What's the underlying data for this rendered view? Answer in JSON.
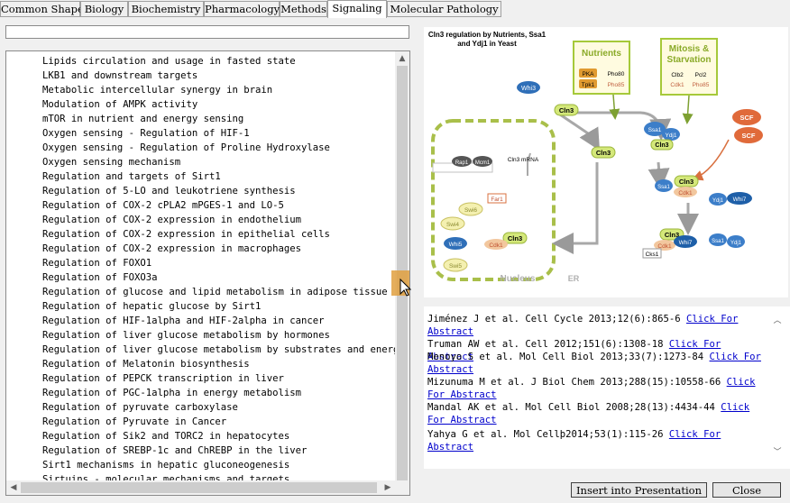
{
  "tabs": [
    {
      "label": "Common Shapes",
      "active": false
    },
    {
      "label": "Biology",
      "active": false
    },
    {
      "label": "Biochemistry",
      "active": false
    },
    {
      "label": "Pharmacology",
      "active": false
    },
    {
      "label": "Methods",
      "active": false
    },
    {
      "label": "Signaling",
      "active": true
    },
    {
      "label": "Molecular Pathology",
      "active": false
    }
  ],
  "search": {
    "value": "",
    "placeholder": ""
  },
  "list": {
    "items": [
      "Lipids circulation and usage in fasted state",
      "LKB1 and downstream targets",
      "Metabolic intercellular synergy in brain",
      "Modulation of AMPK activity",
      "mTOR in nutrient and energy sensing",
      "Oxygen sensing - Regulation of HIF-1",
      "Oxygen sensing - Regulation of Proline Hydroxylase",
      "Oxygen sensing mechanism",
      "Regulation and targets of Sirt1",
      "Regulation of 5-LO and leukotriene synthesis",
      "Regulation of COX-2 cPLA2 mPGES-1 and LO-5",
      "Regulation of COX-2 expression in endothelium",
      "Regulation of COX-2 expression in epithelial cells",
      "Regulation of COX-2 expression in macrophages",
      "Regulation of FOXO1",
      "Regulation of FOXO3a",
      "Regulation of glucose and lipid metabolism in adipose tissue",
      "Regulation of hepatic glucose by Sirt1",
      "Regulation of HIF-1alpha and HIF-2alpha in cancer",
      "Regulation of liver glucose metabolism by hormones",
      "Regulation of liver glucose metabolism by substrates and energy s",
      "Regulation of Melatonin biosynthesis",
      "Regulation of PEPCK transcription in liver",
      "Regulation of PGC-1alpha in energy metabolism",
      "Regulation of pyruvate carboxylase",
      "Regulation of Pyruvate in Cancer",
      "Regulation of Sik2 and TORC2 in hepatocytes",
      "Regulation of SREBP-1c and ChREBP in the liver",
      "Sirt1 mechanisms in hepatic gluconeogenesis",
      "Sirtuins - molecular mechanisms and targets"
    ]
  },
  "diagram": {
    "title_line1": "Cln3 regulation by Nutrients, Ssa1",
    "title_line2": "and Ydj1 in Yeast",
    "nutrients_label": "Nutrients",
    "mitosis_label_line1": "Mitosis &",
    "mitosis_label_line2": "Starvation",
    "labels": {
      "pka": "PKA",
      "tpk1": "Tpk1",
      "pho80": "Pho80",
      "pho85": "Pho85",
      "clb2": "Clb2",
      "pcl2": "Pcl2",
      "cdk1": "Cdk1",
      "whi3": "Whi3",
      "cln3": "Cln3",
      "ssa1": "Ssa1",
      "ydj1": "Ydj1",
      "whi7": "Whi7",
      "scf": "SCF",
      "rap1": "Rap1",
      "mcm1": "Mcm1",
      "cln3mrna": "Cln3 mRNA",
      "swi6": "Swi6",
      "swi4": "Swi4",
      "whi5": "Whi5",
      "swi5": "Swi5",
      "far1": "Far1",
      "cks1": "Cks1",
      "nucleus": "Nucleus",
      "er": "ER"
    },
    "colors": {
      "green": "#a6c93a",
      "orange": "#e06a3a",
      "blue": "#2f6fb8",
      "dashed": "#a9bf4a",
      "gray": "#a8a8a8"
    }
  },
  "references": [
    {
      "text": "Jiménez J et al. Cell Cycle 2013;12(6):865-6 ",
      "link": "Click For Abstract"
    },
    {
      "text": "Truman AW et al. Cell 2012;151(6):1308-18 ",
      "link": "Click For Abstract"
    },
    {
      "text": "Menoyo S et al. Mol Cell Biol 2013;33(7):1273-84 ",
      "link": "Click For Abstract"
    },
    {
      "text": "Mizunuma M et al. J Biol Chem 2013;288(15):10558-66 ",
      "link": "Click For Abstract"
    },
    {
      "text": "Mandal AK et al. Mol Cell Biol 2008;28(13):4434-44 ",
      "link": "Click For Abstract"
    },
    {
      "text": "Yahya G et al. Mol Cellþ2014;53(1):115-26 ",
      "link": "Click For Abstract"
    }
  ],
  "buttons": {
    "insert": "Insert into Presentation",
    "close": "Close"
  }
}
